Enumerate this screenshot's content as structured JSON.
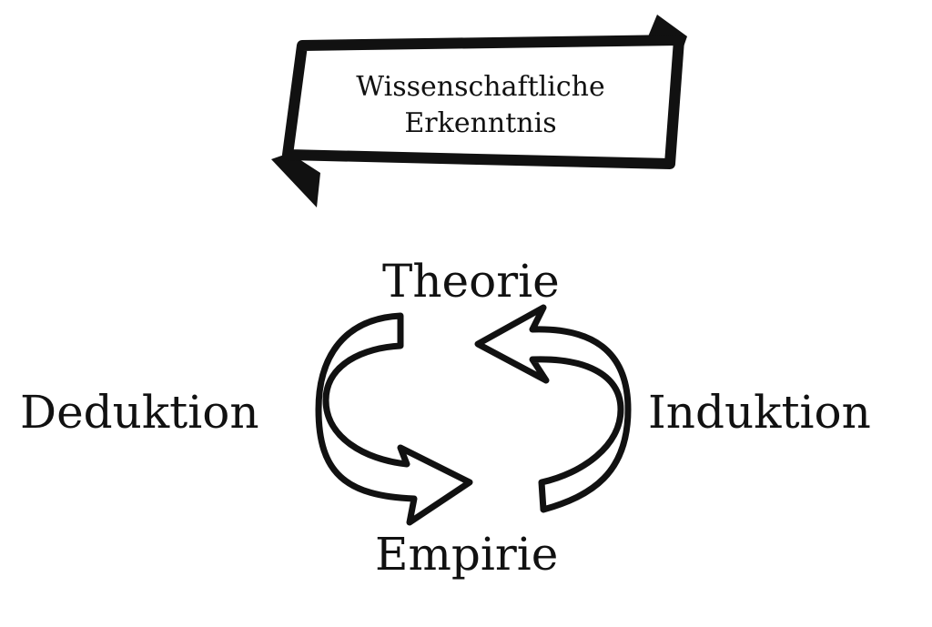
{
  "banner": {
    "line1": "Wissenschaftliche",
    "line2": "Erkenntnis"
  },
  "nodes": {
    "top": "Theorie",
    "bottom": "Empirie",
    "left": "Deduktion",
    "right": "Induktion"
  },
  "colors": {
    "ink": "#111111",
    "background": "#ffffff"
  }
}
